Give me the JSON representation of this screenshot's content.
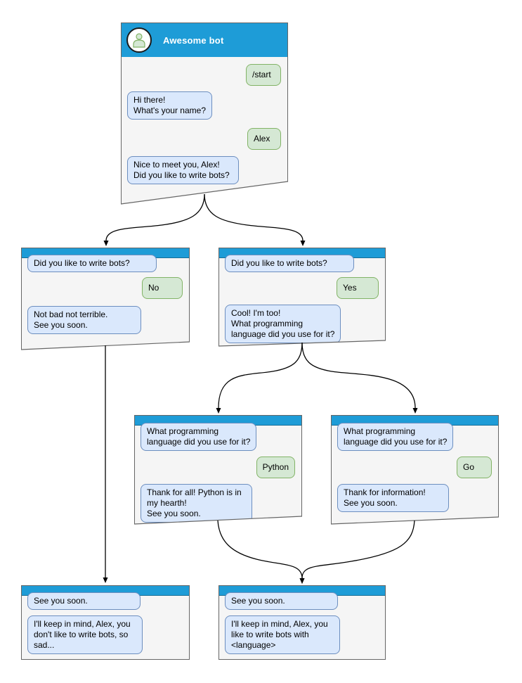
{
  "colors": {
    "header_blue": "#1e9cd7",
    "window_fill": "#f5f5f5",
    "window_border": "#666666",
    "bot_fill": "#dae8fc",
    "bot_stroke": "#6c8ebf",
    "user_fill": "#d5e8d4",
    "user_stroke": "#82b366",
    "connector": "#000000"
  },
  "windows": [
    {
      "name": "awesome-bot",
      "title": "Awesome bot",
      "messages": [
        {
          "side": "user",
          "text": "/start"
        },
        {
          "side": "bot",
          "text": "Hi there!\nWhat's your name?"
        },
        {
          "side": "user",
          "text": "Alex"
        },
        {
          "side": "bot",
          "text": "Nice to meet you, Alex!\nDid you like to write bots?"
        }
      ]
    },
    {
      "name": "branch-no",
      "messages": [
        {
          "side": "bot",
          "text": "Did you like to write bots?"
        },
        {
          "side": "user",
          "text": "No"
        },
        {
          "side": "bot",
          "text": "Not bad not terrible.\nSee you soon."
        }
      ]
    },
    {
      "name": "branch-yes",
      "messages": [
        {
          "side": "bot",
          "text": "Did you like to write bots?"
        },
        {
          "side": "user",
          "text": "Yes"
        },
        {
          "side": "bot",
          "text": "Cool! I'm too!\nWhat programming\nlanguage did you use for it?"
        }
      ]
    },
    {
      "name": "branch-python",
      "messages": [
        {
          "side": "bot",
          "text": "What programming\nlanguage did you use for it?"
        },
        {
          "side": "user",
          "text": "Python"
        },
        {
          "side": "bot",
          "text": "Thank for all! Python is in\nmy hearth!\nSee you soon."
        }
      ]
    },
    {
      "name": "branch-go",
      "messages": [
        {
          "side": "bot",
          "text": "What programming\nlanguage did you use for it?"
        },
        {
          "side": "user",
          "text": "Go"
        },
        {
          "side": "bot",
          "text": "Thank for information!\nSee you soon."
        }
      ]
    },
    {
      "name": "end-no",
      "messages": [
        {
          "side": "bot",
          "text": "See you soon."
        },
        {
          "side": "bot",
          "text": "I'll keep in mind, Alex, you\ndon't like to write bots, so\nsad..."
        }
      ]
    },
    {
      "name": "end-yes",
      "messages": [
        {
          "side": "bot",
          "text": "See you soon."
        },
        {
          "side": "bot",
          "text": "I'll keep in mind, Alex, you\nlike to write bots with\n<language>"
        }
      ]
    }
  ]
}
